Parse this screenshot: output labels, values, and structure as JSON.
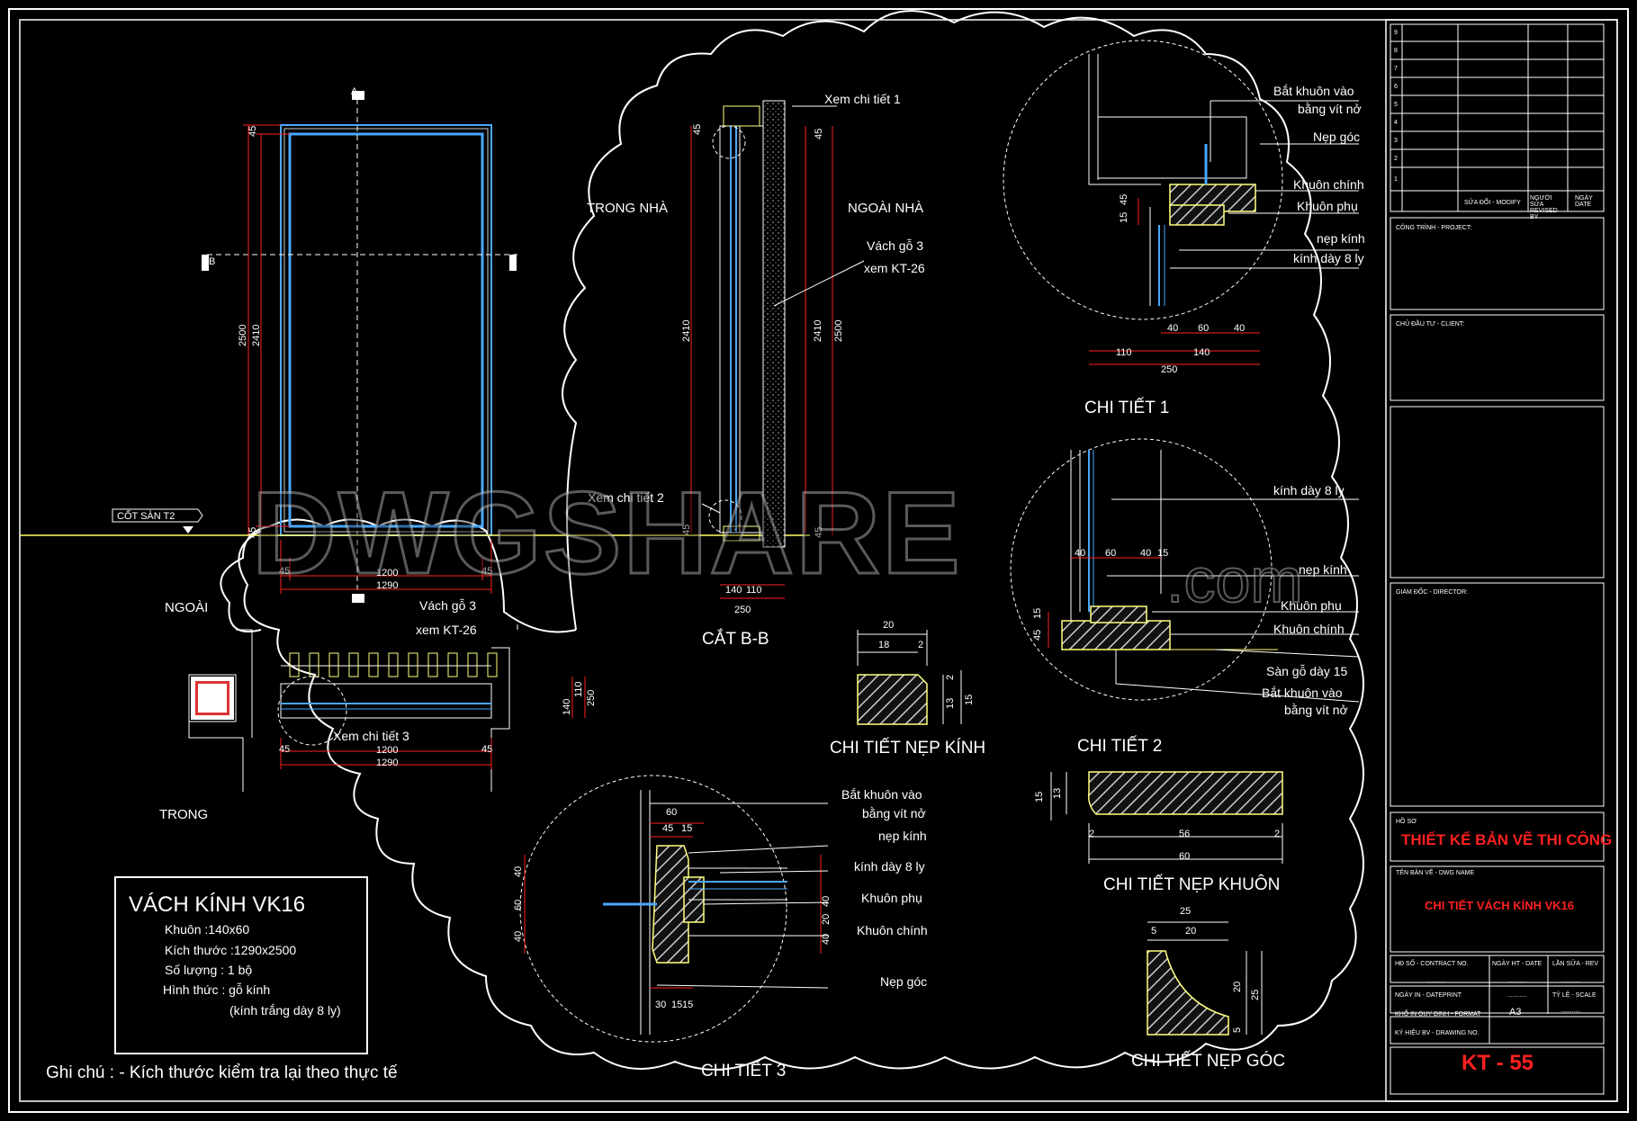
{
  "elevation": {
    "section_mark_a": "A",
    "section_mark_b": "B",
    "dims": {
      "top": "45",
      "h_total": "2500",
      "h_inner": "2410",
      "bottom": "45",
      "w_left": "45",
      "w_inner": "1200",
      "w_right": "45",
      "w_total": "1290"
    },
    "floor_label": "CỐT SÀN T2"
  },
  "plan": {
    "outside": "NGOÀI",
    "inside": "TRONG",
    "note_wall": "Vách gỗ 3",
    "note_wall_ref": "xem KT-26",
    "note_detail3": "Xem chi tiết 3",
    "dims": {
      "w_left": "45",
      "w_inner": "1200",
      "w_right": "45",
      "w_total": "1290",
      "d_140": "140",
      "d_110": "110",
      "d_250": "250"
    }
  },
  "section": {
    "title": "CẮT  B-B",
    "inside": "TRONG NHÀ",
    "outside": "NGOÀI NHÀ",
    "note_detail1": "Xem chi tiết 1",
    "note_detail2": "Xem chi tiết 2",
    "note_wall": "Vách gỗ 3",
    "note_wall_ref": "xem KT-26",
    "dims": {
      "top": "45",
      "inner_l": "2410",
      "inner_r": "2410",
      "total_r": "2500",
      "bottom": "45",
      "bottom_r": "45",
      "top_r": "45",
      "w_140": "140",
      "w_110": "110",
      "w_250": "250"
    }
  },
  "detail1": {
    "title": "CHI TIẾT 1",
    "labels": [
      "Bắt khuôn vào",
      "bằng vít nở",
      "Nẹp góc",
      "Khuôn chính",
      "Khuôn  phụ",
      "nẹp kính",
      "kính dày 8 ly"
    ],
    "dims": {
      "v15": "15",
      "v45": "45",
      "d40a": "40",
      "d60": "60",
      "d40b": "40",
      "d110": "110",
      "d140": "140",
      "d250": "250"
    }
  },
  "detail2": {
    "title": "CHI TIẾT 2",
    "labels": [
      "kính dày 8 ly",
      "nẹp kính",
      "Khuôn  phụ",
      "Khuôn chính",
      "Sàn gỗ dày 15",
      "Bắt khuôn vào",
      "bằng vít nở"
    ],
    "dims": {
      "d40a": "40",
      "d60": "60",
      "d40b": "40",
      "d15": "15",
      "v15": "15",
      "v45": "45"
    }
  },
  "detail3": {
    "title": "CHI TIẾT 3",
    "labels": [
      "Bắt khuôn vào",
      "bằng vít nở",
      "nẹp kính",
      "kính dày 8 ly",
      "Khuôn  phụ",
      "Khuôn chính",
      "Nẹp góc"
    ],
    "dims": {
      "d60": "60",
      "d45": "45",
      "d15": "15",
      "d30": "30",
      "d15b": "15",
      "d15c": "15",
      "v40a": "40",
      "v60": "60",
      "v40b": "40",
      "v40c": "40",
      "v20": "20",
      "v40d": "40"
    }
  },
  "nep_kinh": {
    "title": "CHI TIẾT NẸP KÍNH",
    "dims": {
      "w20": "20",
      "w18": "18",
      "w2": "2",
      "h13": "13",
      "h15": "15",
      "h2": "2"
    }
  },
  "nep_khuon": {
    "title": "CHI TIẾT NẸP KHUÔN",
    "dims": {
      "h15": "15",
      "h13": "13",
      "w2a": "2",
      "w56": "56",
      "w2b": "2",
      "w60": "60"
    }
  },
  "nep_goc": {
    "title": "CHI TIẾT NẸP GÓC",
    "dims": {
      "w25": "25",
      "w5": "5",
      "w20": "20",
      "h20": "20",
      "h25": "25",
      "h5": "5"
    }
  },
  "spec": {
    "title": "VÁCH KÍNH VK16",
    "lines": [
      "Khuôn :140x60",
      "Kích thước :1290x2500",
      "Số lượng : 1 bộ",
      "Hình thức : gỗ kính",
      "(kính trắng dày 8 ly)"
    ]
  },
  "note": "Ghi chú : - Kích thước kiểm tra lại theo thực tế",
  "watermark": "DWGSHARE",
  "watermark_suffix": ".com",
  "titleblock": {
    "rev_rows": [
      "9",
      "8",
      "7",
      "6",
      "5",
      "4",
      "3",
      "2",
      "1"
    ],
    "rev_headers": [
      "SỬA ĐỔI - MODIFY",
      "NGƯỜI SỬA REVISED BY",
      "NGÀY DATE"
    ],
    "project_label": "CÔNG TRÌNH - PROJECT:",
    "client_label": "CHỦ ĐẦU TƯ - CLIENT:",
    "director_label": "GIÁM ĐỐC - DIRECTOR:",
    "stage_label": "HỒ SƠ",
    "stage_value": "THIẾT KẾ BẢN VẼ THI CÔNG",
    "name_label": "TÊN BẢN VẼ - DWG NAME",
    "name_value": "CHI TIẾT VÁCH KÍNH VK16",
    "contract_label": "HĐ SỐ - CONTRACT NO.",
    "date_label": "NGÀY HT - DATE",
    "rev_label": "LẦN SỬA - REV",
    "print_label": "NGÀY IN - DATEPRINT",
    "scale_label": "TỶ LỆ - SCALE",
    "format_label": "KHỔ IN QUY ĐỊNH - FORMAT",
    "format_value": "A3",
    "drawing_no_label": "KÝ HIỆU BV - DRAWING NO.",
    "drawing_no": "KT - 55",
    "dots": "..........."
  },
  "colors": {
    "frame": "#4aa8ff",
    "dim": "#ff2020",
    "floor": "#ffff66",
    "hatch": "#ffff80",
    "line": "#ffffff"
  }
}
